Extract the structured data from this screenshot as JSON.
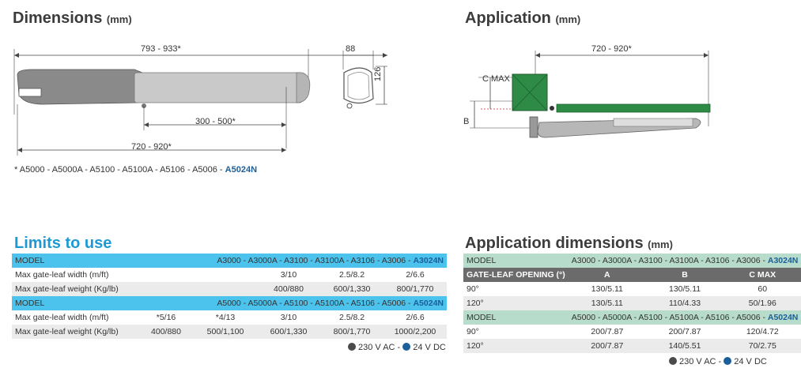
{
  "dimensions": {
    "title": "Dimensions",
    "unit": "(mm)",
    "dim_total": "793 - 933*",
    "dim_stroke": "300 - 500*",
    "dim_fix": "720 - 920*",
    "dim_width": "88",
    "dim_height": "126",
    "footnote_prefix": "* A5000 - A5000A - A5100 - A5100A - A5106 - A5006 - ",
    "footnote_highlight": "A5024N"
  },
  "application": {
    "title": "Application",
    "unit": "(mm)",
    "dim_top": "720 - 920*",
    "label_cmax": "C MAX",
    "label_b": "B"
  },
  "limits": {
    "title": "Limits to use",
    "groups": [
      {
        "header_label": "MODEL",
        "header_models_prefix": "A3000 - A3000A - A3100 - A3100A - A3106 - A3006 - ",
        "header_models_highlight": "A3024N",
        "rows": [
          {
            "label": "Max gate-leaf width (m/ft)",
            "cells": [
              "",
              "",
              "3/10",
              "2.5/8.2",
              "2/6.6"
            ]
          },
          {
            "label": "Max gate-leaf weight (Kg/lb)",
            "cells": [
              "",
              "",
              "400/880",
              "600/1,330",
              "800/1,770"
            ]
          }
        ]
      },
      {
        "header_label": "MODEL",
        "header_models_prefix": "A5000 - A5000A - A5100 - A5100A - A5106 - A5006 - ",
        "header_models_highlight": "A5024N",
        "rows": [
          {
            "label": "Max gate-leaf width (m/ft)",
            "cells": [
              "*5/16",
              "*4/13",
              "3/10",
              "2.5/8.2",
              "2/6.6"
            ]
          },
          {
            "label": "Max gate-leaf weight (Kg/lb)",
            "cells": [
              "400/880",
              "500/1,100",
              "600/1,330",
              "800/1,770",
              "1000/2,200"
            ]
          }
        ]
      }
    ],
    "legend_230": "230 V AC - ",
    "legend_24": "24 V DC"
  },
  "app_dims": {
    "title": "Application dimensions",
    "unit": "(mm)",
    "groups": [
      {
        "header_label": "MODEL",
        "header_models_prefix": "A3000 - A3000A - A3100 - A3100A - A3106 - A3006 - ",
        "header_models_highlight": "A3024N",
        "sub_header": [
          "GATE-LEAF OPENING (°)",
          "A",
          "B",
          "C MAX"
        ],
        "rows": [
          {
            "label": "90°",
            "cells": [
              "130/5.11",
              "130/5.11",
              "60"
            ]
          },
          {
            "label": "120°",
            "cells": [
              "130/5.11",
              "110/4.33",
              "50/1.96"
            ]
          }
        ]
      },
      {
        "header_label": "MODEL",
        "header_models_prefix": "A5000 - A5000A - A5100 - A5100A - A5106 - A5006 - ",
        "header_models_highlight": "A5024N",
        "rows": [
          {
            "label": "90°",
            "cells": [
              "200/7.87",
              "200/7.87",
              "120/4.72"
            ]
          },
          {
            "label": "120°",
            "cells": [
              "200/7.87",
              "140/5.51",
              "70/2.75"
            ]
          }
        ]
      }
    ],
    "legend_230": "230 V AC - ",
    "legend_24": "24 V DC"
  },
  "colors": {
    "limits_header": "#4cc3ec",
    "appdims_header": "#b8dccb",
    "dot_230": "#4a4a4a",
    "dot_24": "#1b5f9a",
    "gate_green": "#2e8b45"
  }
}
